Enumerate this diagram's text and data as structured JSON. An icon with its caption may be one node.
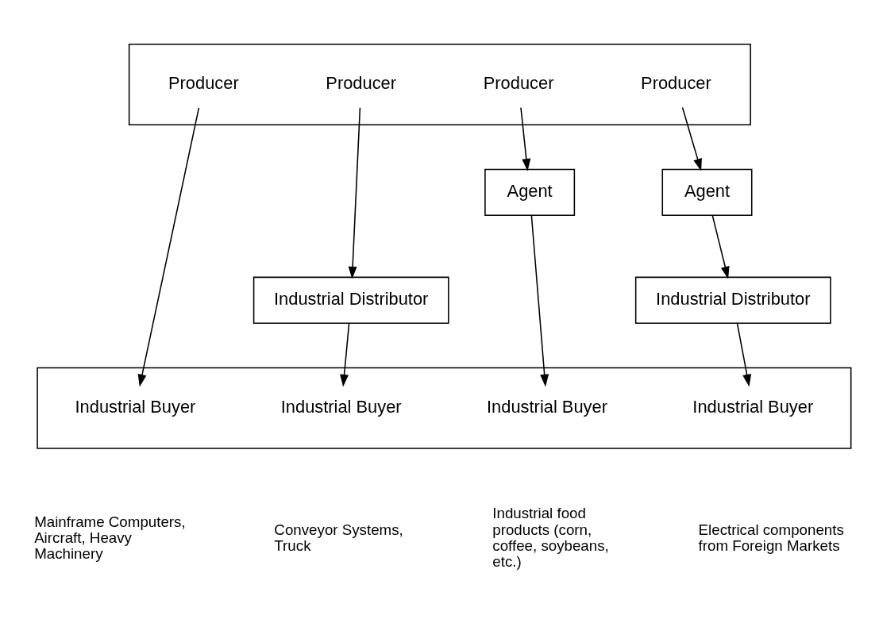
{
  "diagram": {
    "nodes": [
      {
        "text": [],
        "shape": "box"
      },
      {
        "text": [
          "Producer"
        ],
        "in": 0
      },
      {
        "text": [
          "Producer"
        ],
        "in": 0
      },
      {
        "text": [
          "Producer"
        ],
        "in": 0
      },
      {
        "text": [
          "Producer"
        ],
        "in": 0
      },
      {
        "text": [
          "Agent"
        ]
      },
      {
        "text": [
          "Agent"
        ]
      },
      {
        "text": [
          "Industrial Distributor"
        ]
      },
      {
        "text": [
          "Industrial Distributor"
        ]
      },
      {
        "text": [],
        "shape": "box"
      },
      {
        "text": [
          "Industrial Buyer"
        ],
        "in": 9
      },
      {
        "text": [
          "Industrial Buyer"
        ],
        "in": 9
      },
      {
        "text": [
          "Industrial Buyer"
        ],
        "in": 9
      },
      {
        "text": [
          "Industrial Buyer"
        ],
        "in": 9
      }
    ],
    "labels": [
      "Mainframe Computers, Aircraft, Heavy Machinery",
      "Conveyor Systems, Truck",
      "Industrial food products (corn, coffee, soybeans, etc.)",
      "Electrical components from Foreign Markets"
    ],
    "edges": [
      {
        "from": 1,
        "to": 10,
        "arrow": "to"
      },
      {
        "from": 2,
        "to": 7,
        "arrow": "to"
      },
      {
        "from": 7,
        "to": 11,
        "arrow": "to"
      },
      {
        "from": 3,
        "to": 5,
        "arrow": "to"
      },
      {
        "from": 5,
        "to": 12,
        "arrow": "to"
      },
      {
        "from": 4,
        "to": 6,
        "arrow": "to"
      },
      {
        "from": 6,
        "to": 8,
        "arrow": "to"
      },
      {
        "from": 8,
        "to": 13,
        "arrow": "to"
      }
    ]
  }
}
